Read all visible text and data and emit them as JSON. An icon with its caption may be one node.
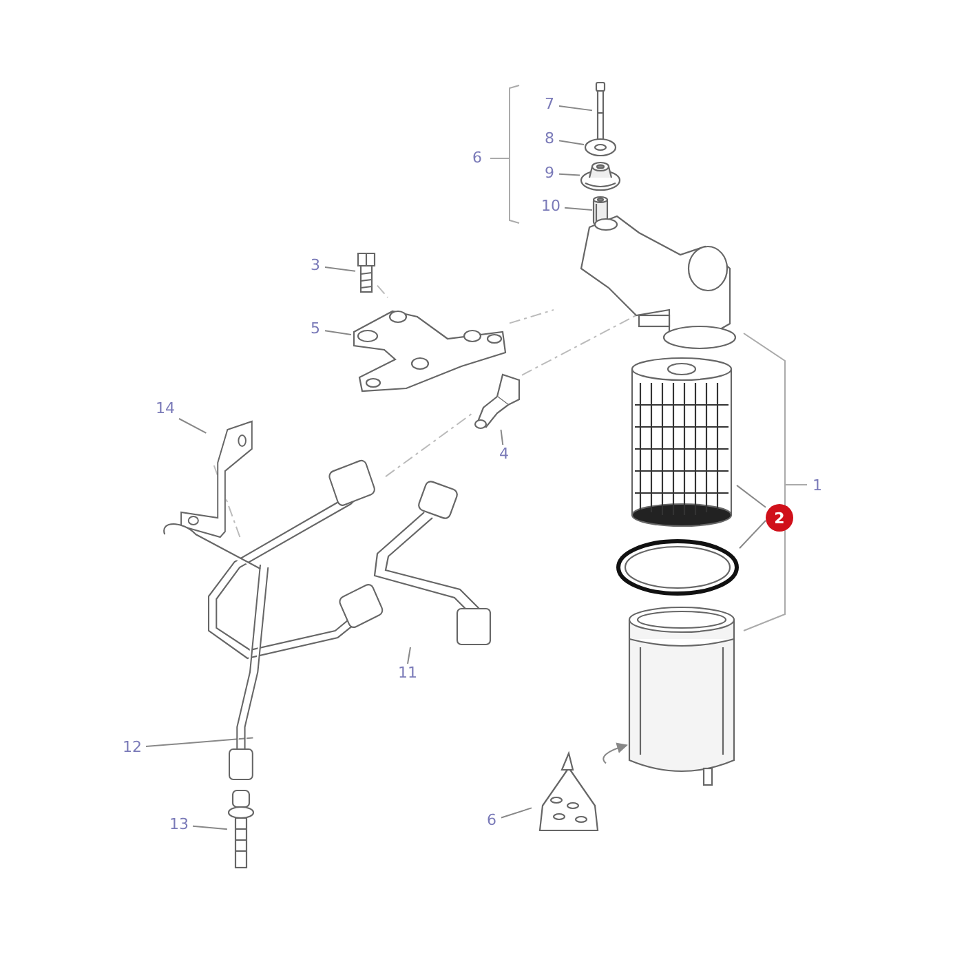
{
  "diagram": {
    "nodes": [
      {
        "text": [
          "7"
        ]
      },
      {
        "text": [],
        "shape": "picture"
      },
      {
        "text": [
          "8"
        ]
      },
      {
        "text": [],
        "shape": "picture"
      },
      {
        "text": [
          "9"
        ]
      },
      {
        "text": [],
        "shape": "picture"
      },
      {
        "text": [
          "10"
        ]
      },
      {
        "text": [],
        "shape": "picture"
      },
      {
        "text": [
          "3"
        ]
      },
      {
        "text": [],
        "shape": "picture"
      },
      {
        "text": [
          "5"
        ]
      },
      {
        "text": [],
        "shape": "picture"
      },
      {
        "text": [
          "4"
        ]
      },
      {
        "text": [],
        "shape": "picture"
      },
      {
        "text": [
          "14"
        ]
      },
      {
        "text": [],
        "shape": "picture"
      },
      {
        "text": [
          "11"
        ]
      },
      {
        "text": [],
        "shape": "picture"
      },
      {
        "text": [
          "12"
        ]
      },
      {
        "text": [],
        "shape": "picture"
      },
      {
        "text": [
          "13"
        ]
      },
      {
        "text": [],
        "shape": "picture"
      },
      {
        "text": [
          "2"
        ]
      },
      {
        "text": [],
        "shape": "picture"
      },
      {
        "text": [],
        "shape": "picture"
      },
      {
        "text": [
          "6"
        ]
      },
      {
        "text": [],
        "shape": "picture"
      },
      {
        "text": [],
        "shape": "picture"
      },
      {
        "text": [],
        "shape": "picture"
      }
    ],
    "edges": [
      {
        "from": 0,
        "to": 1,
        "arrow": "none"
      },
      {
        "from": 2,
        "to": 3,
        "arrow": "none"
      },
      {
        "from": 4,
        "to": 5,
        "arrow": "none"
      },
      {
        "from": 6,
        "to": 7,
        "arrow": "none"
      },
      {
        "from": 8,
        "to": 9,
        "arrow": "none"
      },
      {
        "from": 10,
        "to": 11,
        "arrow": "none"
      },
      {
        "from": 12,
        "to": 13,
        "arrow": "none"
      },
      {
        "from": 14,
        "to": 15,
        "arrow": "none"
      },
      {
        "from": 16,
        "to": 17,
        "arrow": "none"
      },
      {
        "from": 18,
        "to": 19,
        "arrow": "none"
      },
      {
        "from": 20,
        "to": 21,
        "arrow": "none"
      },
      {
        "from": 22,
        "to": 23,
        "arrow": "none"
      },
      {
        "from": 22,
        "to": 24,
        "arrow": "none"
      },
      {
        "from": 25,
        "to": 26,
        "arrow": "none"
      },
      {
        "from": 26,
        "to": 28,
        "arrow": "to"
      },
      {
        "from": 9,
        "to": 11,
        "arrow": "none",
        "style": "dashed"
      },
      {
        "from": 11,
        "to": 27,
        "arrow": "none",
        "style": "dashed"
      },
      {
        "from": 13,
        "to": 27,
        "arrow": "none",
        "style": "dashed"
      },
      {
        "from": 19,
        "to": 13,
        "arrow": "none",
        "style": "dashed"
      },
      {
        "from": 15,
        "to": 19,
        "arrow": "none",
        "style": "dashed"
      }
    ],
    "labels": [
      "6",
      "1"
    ]
  }
}
